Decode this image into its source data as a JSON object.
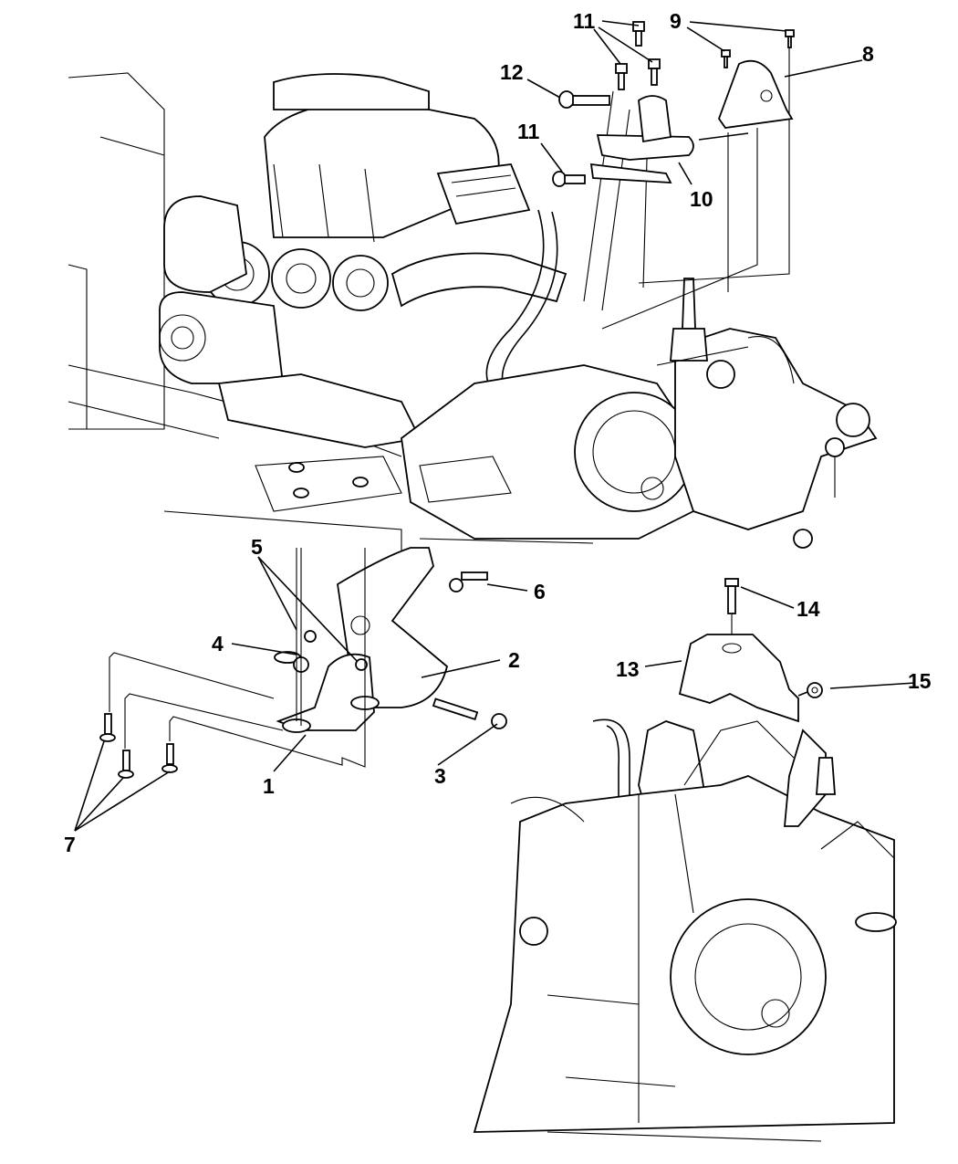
{
  "diagram": {
    "type": "exploded parts diagram",
    "subject": "engine and transmission mounts",
    "callouts": [
      {
        "id": "c1",
        "label": "1"
      },
      {
        "id": "c2",
        "label": "2"
      },
      {
        "id": "c3",
        "label": "3"
      },
      {
        "id": "c4",
        "label": "4"
      },
      {
        "id": "c5",
        "label": "5"
      },
      {
        "id": "c6",
        "label": "6"
      },
      {
        "id": "c7",
        "label": "7"
      },
      {
        "id": "c8",
        "label": "8"
      },
      {
        "id": "c9",
        "label": "9"
      },
      {
        "id": "c10",
        "label": "10"
      },
      {
        "id": "c11a",
        "label": "11"
      },
      {
        "id": "c11b",
        "label": "11"
      },
      {
        "id": "c12",
        "label": "12"
      },
      {
        "id": "c13",
        "label": "13"
      },
      {
        "id": "c14",
        "label": "14"
      },
      {
        "id": "c15",
        "label": "15"
      }
    ]
  }
}
